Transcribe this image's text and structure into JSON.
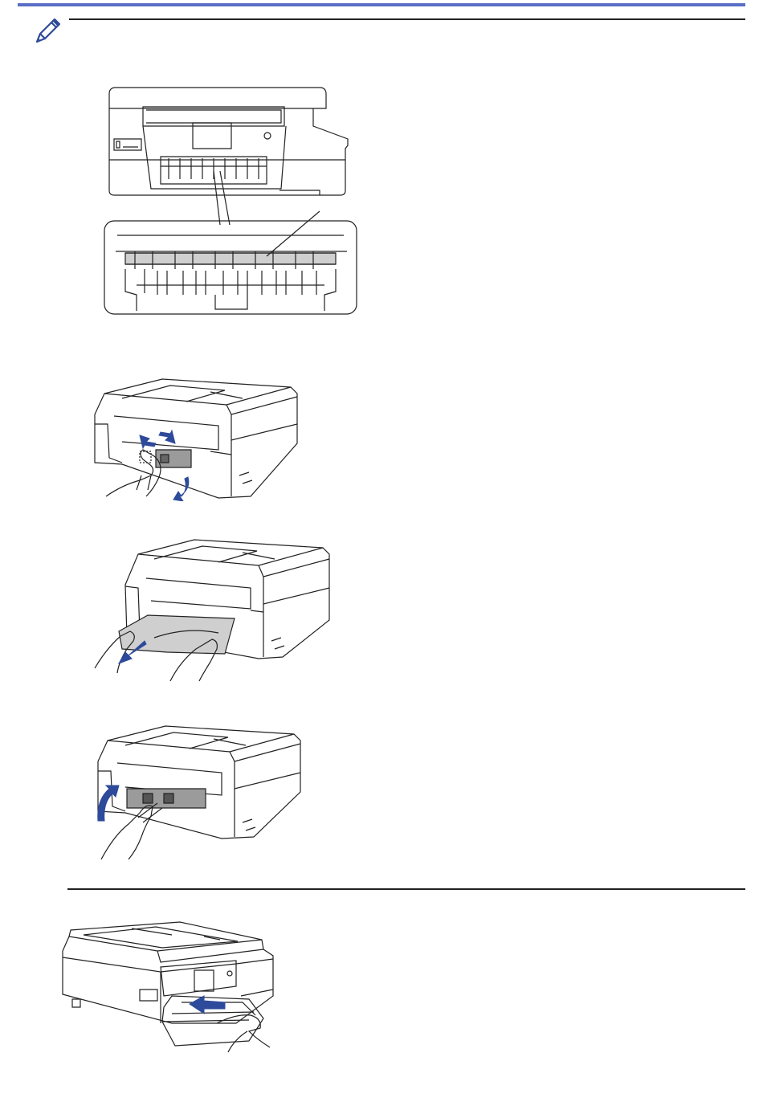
{
  "colors": {
    "note_bar": "#5a6ec6",
    "arrow_blue": "#2e4a9a",
    "rule": "#222222",
    "line_art": "#222222"
  },
  "icons": {
    "note": "pencil-icon"
  },
  "figures": [
    {
      "id": "jam-cover-callout"
    },
    {
      "id": "open-jam-clear-cover"
    },
    {
      "id": "pull-jammed-paper"
    },
    {
      "id": "close-jam-clear-cover"
    },
    {
      "id": "push-paper-tray"
    }
  ]
}
